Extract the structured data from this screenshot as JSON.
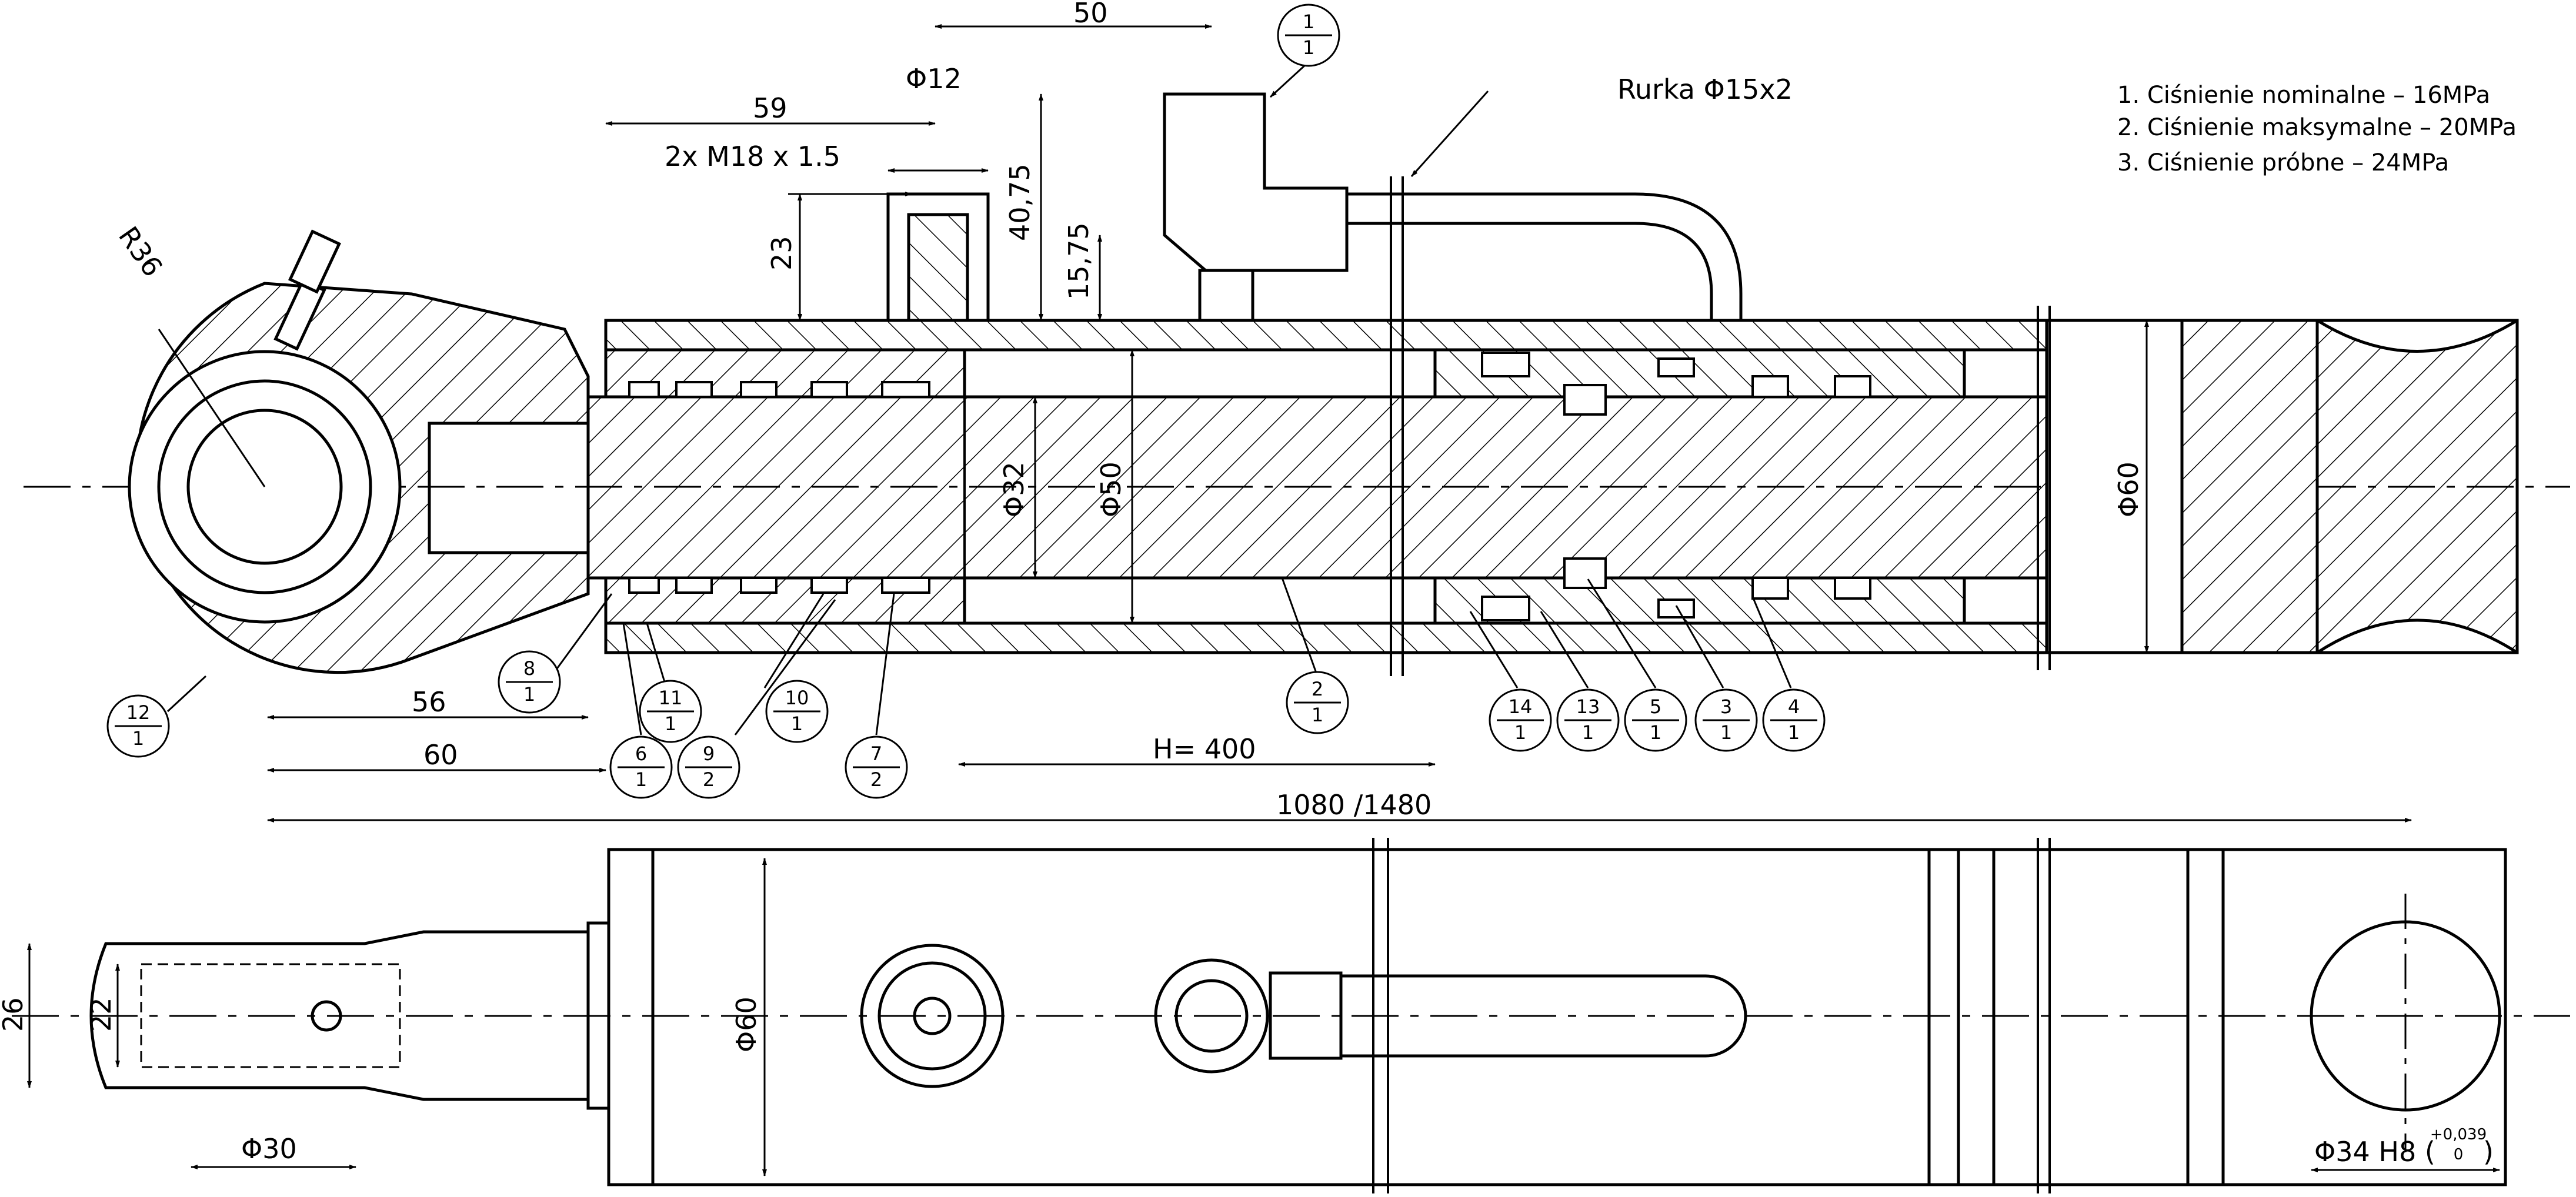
{
  "notes": [
    "1. Ciśnienie nominalne  – 16MPa",
    "2. Ciśnienie maksymalne – 20MPa",
    "3. Ciśnienie próbne        – 24MPa"
  ],
  "pipe_label": "Rurka Φ15x2",
  "dimensions": {
    "d50": "50",
    "d59": "59",
    "phi12": "Φ12",
    "thread": "2x M18 x 1.5",
    "d23": "23",
    "d40_75": "40,75",
    "d15_75": "15,75",
    "r36": "R36",
    "phi32": "Φ32",
    "phi50": "Φ50",
    "phi60_top": "Φ60",
    "d56": "56",
    "d60": "60",
    "stroke": "H= 400",
    "length": "1080 /1480",
    "d26": "26",
    "d22": "22",
    "phi30": "Φ30",
    "phi60_bottom": "Φ60",
    "phi34": "Φ34 H8 (",
    "tol_upper": "+0,039",
    "tol_lower": "0",
    "tol_close": ")"
  },
  "callouts": [
    {
      "top": "1",
      "bottom": "1"
    },
    {
      "top": "12",
      "bottom": "1"
    },
    {
      "top": "8",
      "bottom": "1"
    },
    {
      "top": "11",
      "bottom": "1"
    },
    {
      "top": "10",
      "bottom": "1"
    },
    {
      "top": "6",
      "bottom": "1"
    },
    {
      "top": "9",
      "bottom": "2"
    },
    {
      "top": "7",
      "bottom": "2"
    },
    {
      "top": "2",
      "bottom": "1"
    },
    {
      "top": "14",
      "bottom": "1"
    },
    {
      "top": "13",
      "bottom": "1"
    },
    {
      "top": "5",
      "bottom": "1"
    },
    {
      "top": "3",
      "bottom": "1"
    },
    {
      "top": "4",
      "bottom": "1"
    }
  ]
}
